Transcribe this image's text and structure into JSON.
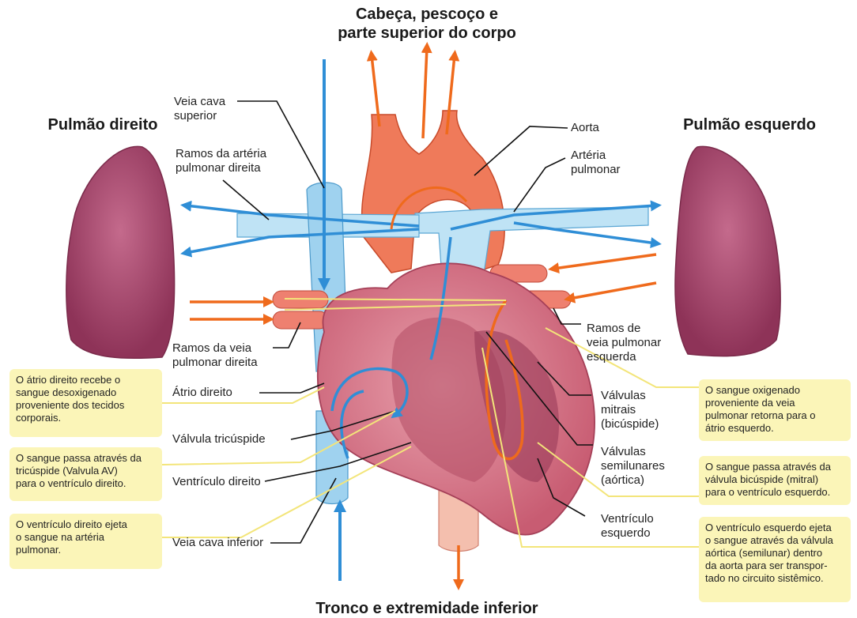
{
  "headings": {
    "top": "Cabeça, pescoço e\nparte superior do corpo",
    "bottom": "Tronco e extremidade inferior",
    "lung_right": "Pulmão direito",
    "lung_left": "Pulmão esquerdo"
  },
  "labels": {
    "vena_cava_superior": "Veia cava\nsuperior",
    "rpa_branches": "Ramos da artéria\npulmonar direita",
    "aorta": "Aorta",
    "pulmonary_artery": "Artéria\npulmonar",
    "rpv_branches": "Ramos da veia\npulmonar direita",
    "lpv_branches": "Ramos de\nveia pulmonar\nesquerda",
    "right_atrium": "Átrio direito",
    "tricuspid": "Válvula tricúspide",
    "right_ventricle": "Ventrículo direito",
    "vena_cava_inferior": "Veia cava inferior",
    "mitral": "Válvulas\nmitrais\n(bicúspide)",
    "semilunar": "Válvulas\nsemilunares\n(aórtica)",
    "left_ventricle": "Ventrículo\nesquerdo"
  },
  "notes": {
    "left_1": "O átrio direito recebe o\nsangue desoxigenado\nproveniente dos tecidos\ncorporais.",
    "left_2": "O sangue passa através da\ntricúspide (Valvula AV)\npara o ventrículo direito.",
    "left_3": "O ventrículo direito ejeta\no sangue na artéria\npulmonar.",
    "right_1": "O sangue oxigenado\nproveniente da veia\npulmonar retorna para o\nátrio esquerdo.",
    "right_2": "O sangue passa através da\nválvula bicúspide (mitral)\npara o ventrículo esquerdo.",
    "right_3": "O ventrículo esquerdo ejeta\no sangue através da válvula\naórtica (semilunar) dentro\nda aorta para ser transpor-\ntado no circuito sistêmico."
  },
  "colors": {
    "note_bg": "#fbf5b8",
    "deoxygenated": "#2f8ed6",
    "oxygenated": "#ef6a1c",
    "lung": "#b8557a",
    "heart": "#d9788a"
  }
}
